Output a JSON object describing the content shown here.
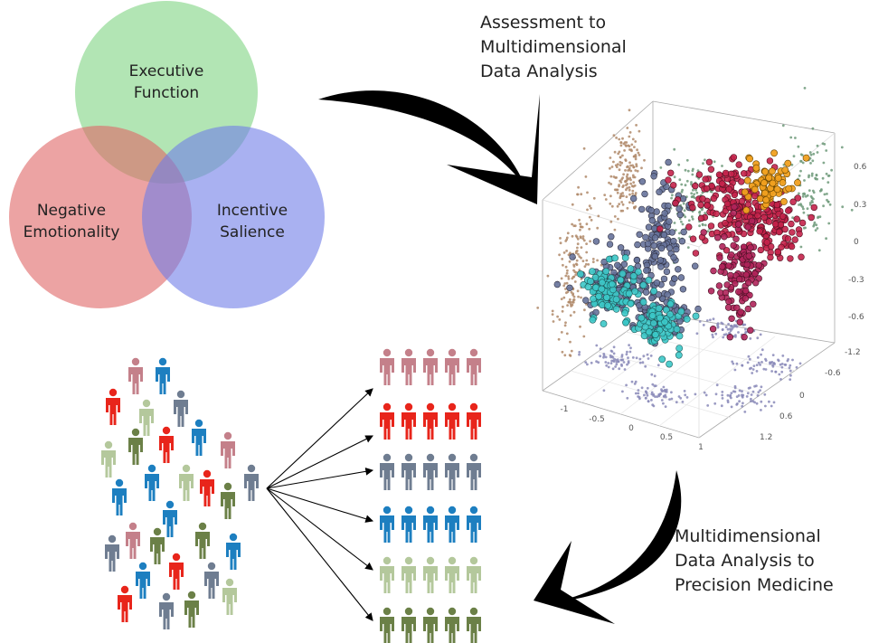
{
  "venn": {
    "top_circle": {
      "line1": "Executive",
      "line2": "Function",
      "color": "#7fd382"
    },
    "left_circle": {
      "line1": "Negative",
      "line2": "Emotionality",
      "color": "#e06666"
    },
    "right_circle": {
      "line1": "Incentive",
      "line2": "Salience",
      "color": "#6f7de8"
    }
  },
  "step1": {
    "line1": "Assessment to",
    "line2": "Multidimensional",
    "line3": "Data Analysis"
  },
  "step2": {
    "line1": "Multidimensional",
    "line2": "Data Analysis to",
    "line3": "Precision Medicine"
  },
  "scatter3d": {
    "right_axis_ticks": [
      "0.6",
      "0.3",
      "0",
      "-0.3",
      "-0.6"
    ],
    "front_axis_ticks": [
      "-1",
      "-0.5",
      "0",
      "0.5",
      "1"
    ],
    "depth_axis_ticks": [
      "-1.2",
      "-0.6",
      "0",
      "0.6",
      "1.2"
    ],
    "cluster_colors": {
      "cyan": "#3cc8c8",
      "slate": "#66729a",
      "magenta": "#b0245a",
      "orange": "#f0a020",
      "crimson": "#c4224a",
      "brown_proj": "#b08a6a",
      "green_proj": "#6f9a7a",
      "lavender_proj": "#8a8ab8"
    }
  },
  "people": {
    "colors": {
      "pink": "#c4808a",
      "red": "#e8251b",
      "slate": "#6f7d91",
      "blue": "#1d7fc0",
      "sage": "#b4c89c",
      "olive": "#6b8047"
    },
    "group_rows": [
      "pink",
      "red",
      "slate",
      "blue",
      "sage",
      "olive"
    ]
  }
}
